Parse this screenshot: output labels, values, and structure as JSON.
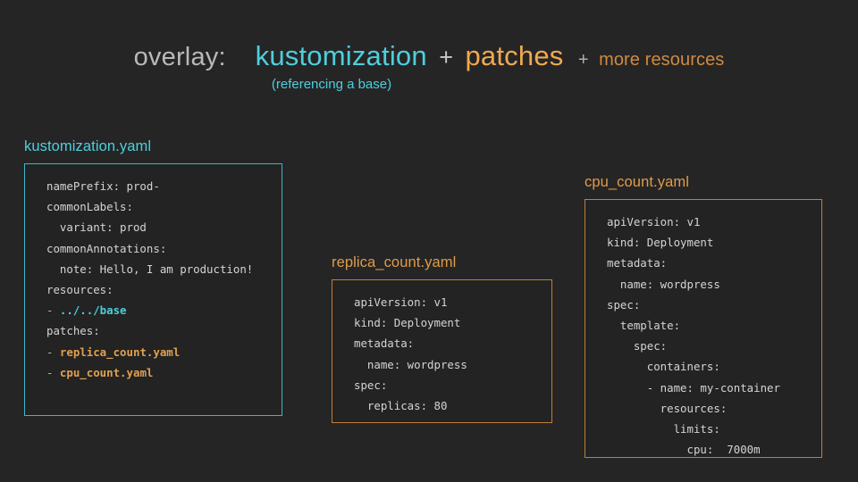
{
  "title": {
    "prefix": "overlay:",
    "term1": "kustomization",
    "plus1": "+",
    "term2": "patches",
    "plus2": "+",
    "term3": "more resources",
    "subtitle": "(referencing a base)"
  },
  "colors": {
    "background": "#252526",
    "code_background": "#232323",
    "cyan": "#4ecfdc",
    "orange": "#f0a951",
    "orange_dim": "#cf8a3f",
    "border_cyan": "#3fb5c4",
    "border_orange": "#c07f37",
    "text_grey": "#b9b9b9",
    "code_text": "#d4d4d4"
  },
  "cards": [
    {
      "id": "kustomization",
      "label": "kustomization.yaml",
      "lines": [
        [
          {
            "t": "namePrefix: prod-",
            "c": "plain"
          }
        ],
        [
          {
            "t": "commonLabels:",
            "c": "plain"
          }
        ],
        [
          {
            "t": "  variant: prod",
            "c": "plain"
          }
        ],
        [
          {
            "t": "commonAnnotations:",
            "c": "plain"
          }
        ],
        [
          {
            "t": "  note: Hello, I am production!",
            "c": "plain"
          }
        ],
        [
          {
            "t": "resources:",
            "c": "plain"
          }
        ],
        [
          {
            "t": "- ",
            "c": "dash"
          },
          {
            "t": "../../base",
            "c": "cyan"
          }
        ],
        [
          {
            "t": "patches:",
            "c": "plain"
          }
        ],
        [
          {
            "t": "- ",
            "c": "dash"
          },
          {
            "t": "replica_count.yaml",
            "c": "orange"
          }
        ],
        [
          {
            "t": "- ",
            "c": "dash"
          },
          {
            "t": "cpu_count.yaml",
            "c": "orange"
          }
        ]
      ]
    },
    {
      "id": "replica",
      "label": "replica_count.yaml",
      "lines": [
        [
          {
            "t": "apiVersion: v1",
            "c": "plain"
          }
        ],
        [
          {
            "t": "kind: Deployment",
            "c": "plain"
          }
        ],
        [
          {
            "t": "metadata:",
            "c": "plain"
          }
        ],
        [
          {
            "t": "  name: wordpress",
            "c": "plain"
          }
        ],
        [
          {
            "t": "spec:",
            "c": "plain"
          }
        ],
        [
          {
            "t": "  replicas: 80",
            "c": "plain"
          }
        ]
      ]
    },
    {
      "id": "cpu",
      "label": "cpu_count.yaml",
      "lines": [
        [
          {
            "t": "apiVersion: v1",
            "c": "plain"
          }
        ],
        [
          {
            "t": "kind: Deployment",
            "c": "plain"
          }
        ],
        [
          {
            "t": "metadata:",
            "c": "plain"
          }
        ],
        [
          {
            "t": "  name: wordpress",
            "c": "plain"
          }
        ],
        [
          {
            "t": "spec:",
            "c": "plain"
          }
        ],
        [
          {
            "t": "  template:",
            "c": "plain"
          }
        ],
        [
          {
            "t": "    spec:",
            "c": "plain"
          }
        ],
        [
          {
            "t": "      containers:",
            "c": "plain"
          }
        ],
        [
          {
            "t": "      - name: my-container",
            "c": "plain"
          }
        ],
        [
          {
            "t": "        resources:",
            "c": "plain"
          }
        ],
        [
          {
            "t": "          limits:",
            "c": "plain"
          }
        ],
        [
          {
            "t": "            cpu:  7000m",
            "c": "plain"
          }
        ]
      ]
    }
  ]
}
